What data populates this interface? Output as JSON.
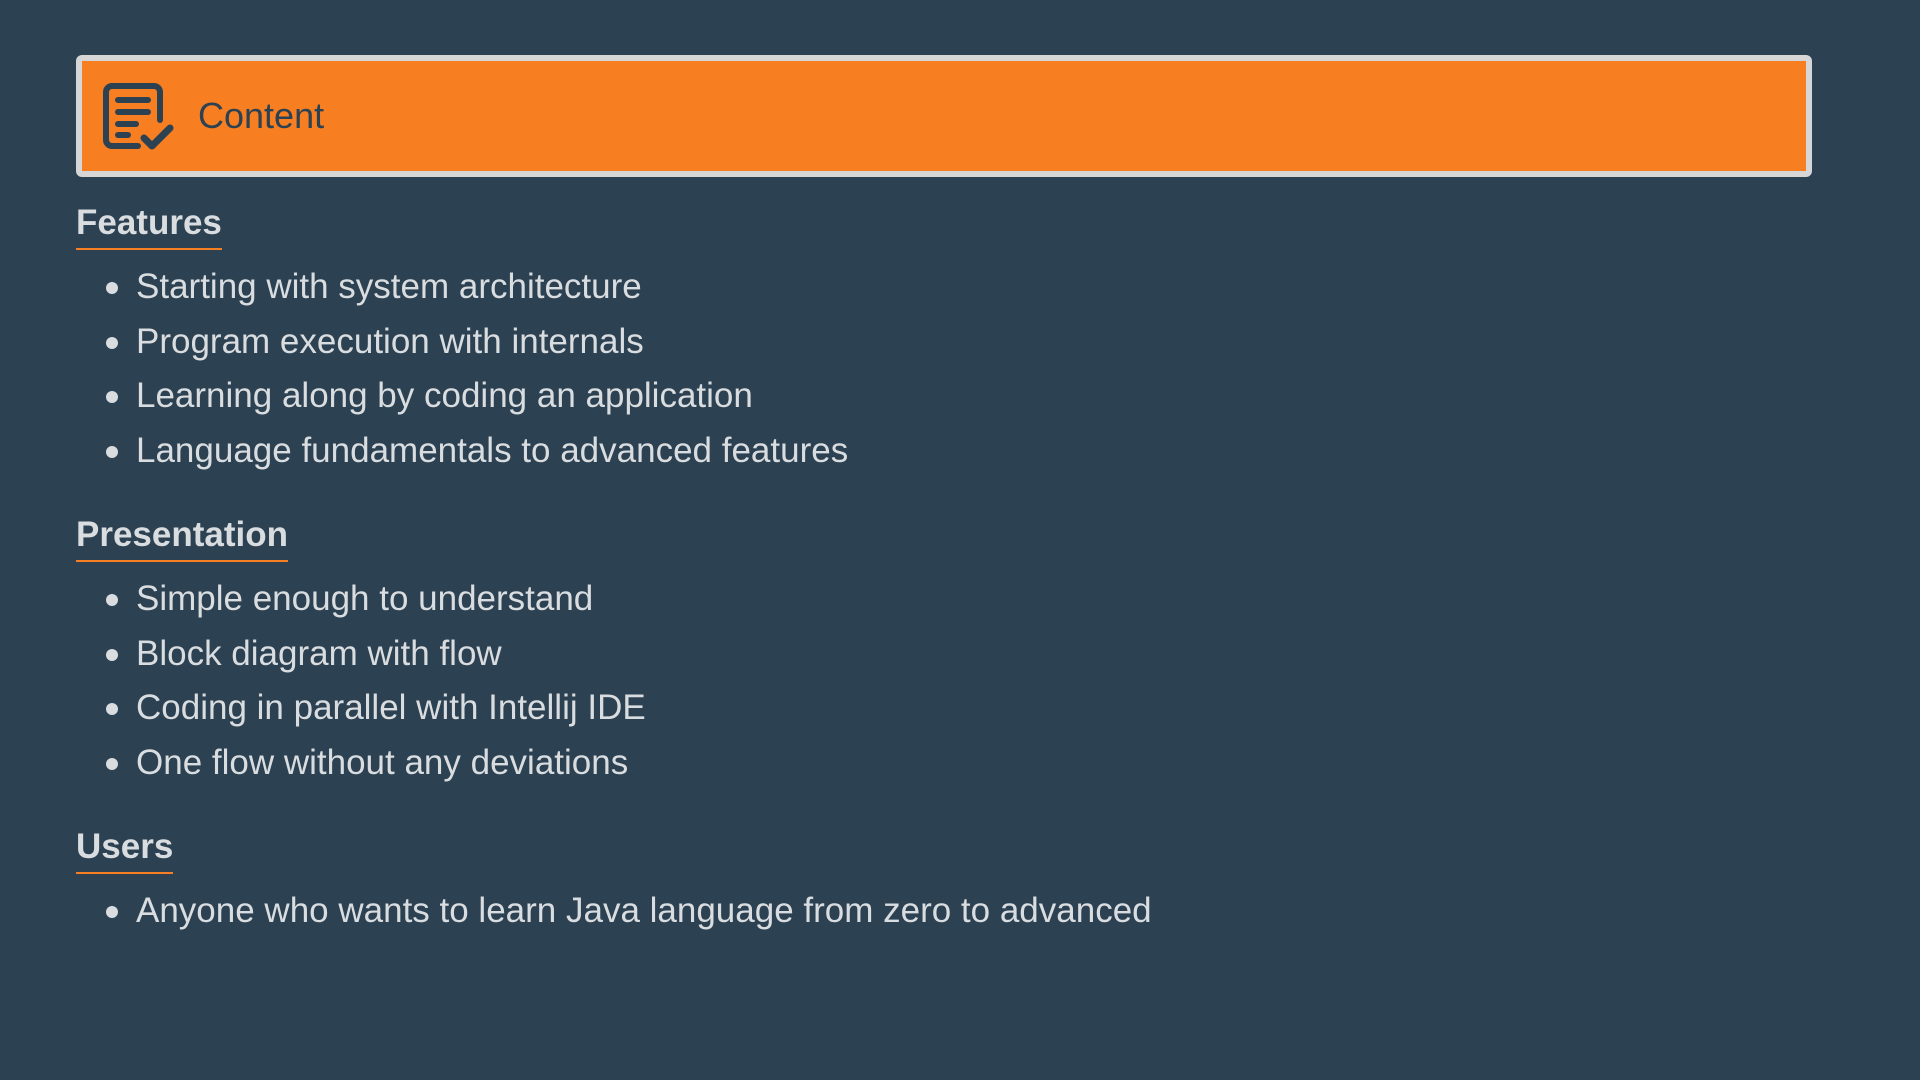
{
  "header": {
    "title": "Content",
    "icon": "document-checklist-icon",
    "accent_color": "#f77f22"
  },
  "sections": [
    {
      "heading": "Features",
      "items": [
        "Starting with system architecture",
        "Program execution with internals",
        "Learning along by coding an application",
        "Language fundamentals to advanced features"
      ]
    },
    {
      "heading": "Presentation",
      "items": [
        "Simple enough to understand",
        "Block diagram with flow",
        "Coding in parallel with Intellij IDE",
        "One flow without any deviations"
      ]
    },
    {
      "heading": "Users",
      "items": [
        "Anyone who wants to learn Java language from zero to advanced"
      ]
    }
  ]
}
